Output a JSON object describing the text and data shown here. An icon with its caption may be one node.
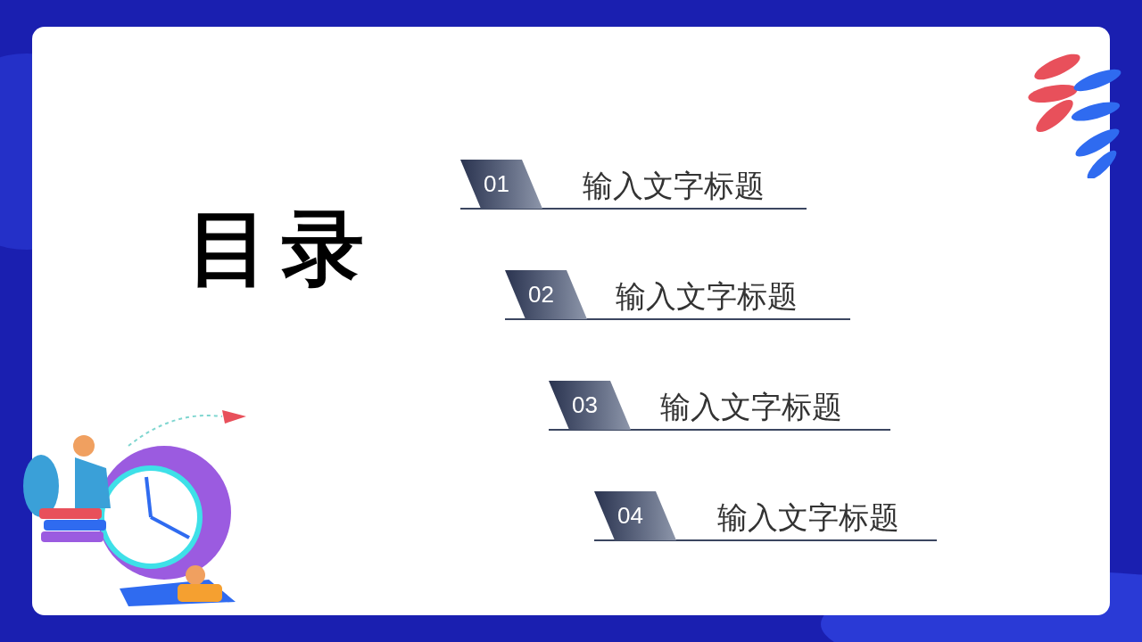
{
  "diagram": {
    "title": "目录",
    "nodes": [
      {
        "text": [
          "01",
          "输入文字标题"
        ]
      },
      {
        "text": [
          "02",
          "输入文字标题"
        ]
      },
      {
        "text": [
          "03",
          "输入文字标题"
        ]
      },
      {
        "text": [
          "04",
          "输入文字标题"
        ]
      }
    ]
  }
}
